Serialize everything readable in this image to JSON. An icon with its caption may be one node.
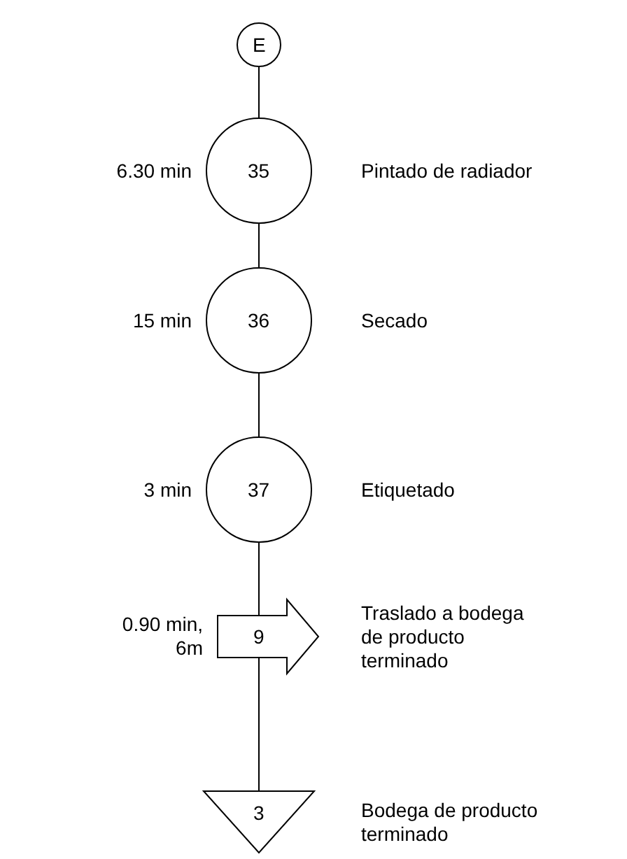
{
  "diagram": {
    "nodes": [
      {
        "text": [
          "E"
        ]
      },
      {
        "text": [
          "35"
        ],
        "beside": [
          "6.30 min",
          "Pintado de radiador"
        ]
      },
      {
        "text": [
          "36"
        ],
        "beside": [
          "15 min",
          "Secado"
        ]
      },
      {
        "text": [
          "37"
        ],
        "beside": [
          "3 min",
          "Etiquetado"
        ]
      },
      {
        "text": [
          "9"
        ],
        "beside": [
          "0.90 min, 6m",
          "Traslado a bodega de producto terminado"
        ]
      },
      {
        "text": [
          "3"
        ],
        "beside": [
          "Bodega de producto terminado"
        ]
      }
    ],
    "edges": [
      {
        "from": 0,
        "to": 1,
        "arrow": "none"
      },
      {
        "from": 1,
        "to": 2,
        "arrow": "none"
      },
      {
        "from": 2,
        "to": 3,
        "arrow": "none"
      },
      {
        "from": 3,
        "to": 4,
        "arrow": "none"
      },
      {
        "from": 4,
        "to": 5,
        "arrow": "none"
      }
    ]
  }
}
